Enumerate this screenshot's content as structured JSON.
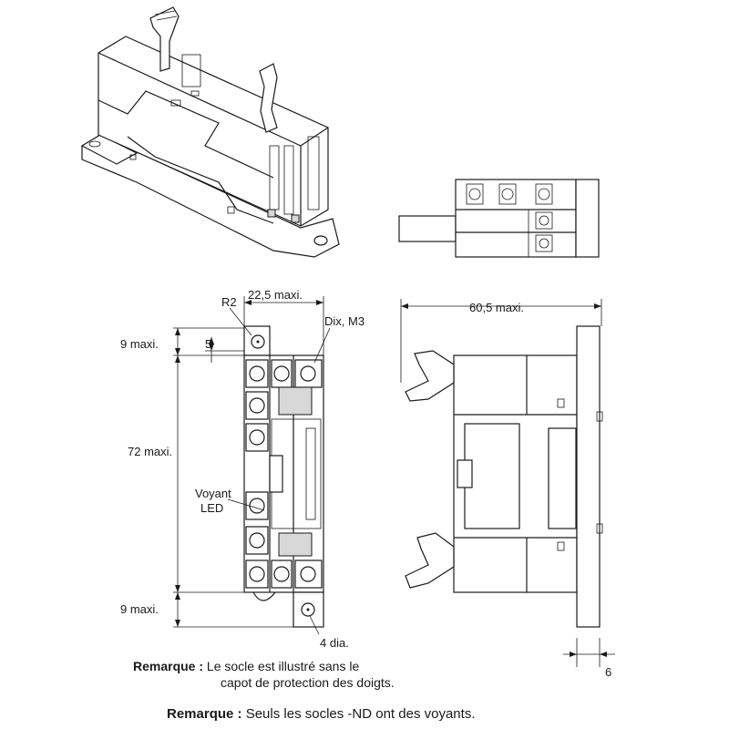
{
  "dimensions": {
    "width_top": "22,5 maxi.",
    "radius": "R2",
    "screw": "Dix, M3",
    "top_margin": "9 maxi.",
    "hole_offset": "5",
    "height_main": "72 maxi.",
    "bottom_margin": "9 maxi.",
    "hole_dia": "4 dia.",
    "depth": "60,5 maxi.",
    "rail": "6"
  },
  "callouts": {
    "led_line1": "Voyant",
    "led_line2": "LED"
  },
  "notes": {
    "note1_label": "Remarque :",
    "note1_text_1": "Le socle est illustré sans le",
    "note1_text_2": "capot de protection des doigts.",
    "note2_label": "Remarque :",
    "note2_text": "Seuls les socles -ND ont des voyants."
  }
}
